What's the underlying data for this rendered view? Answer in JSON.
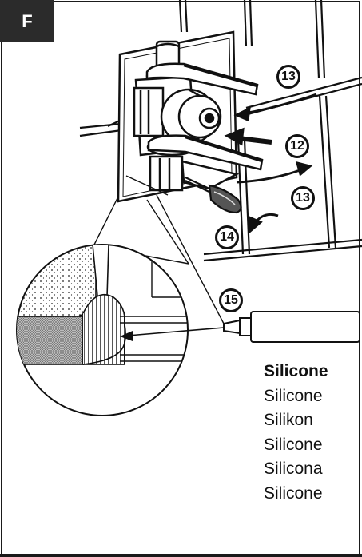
{
  "panel": {
    "step_letter": "F"
  },
  "callouts": [
    "13",
    "12",
    "13",
    "14",
    "15"
  ],
  "material_labels": [
    "Silicone",
    "Silicone",
    "Silikon",
    "Silicone",
    "Silicona",
    "Silicone"
  ],
  "colors": {
    "frame": "#1a1a1a",
    "badge_background": "#2b2b2b",
    "text": "#111111"
  }
}
